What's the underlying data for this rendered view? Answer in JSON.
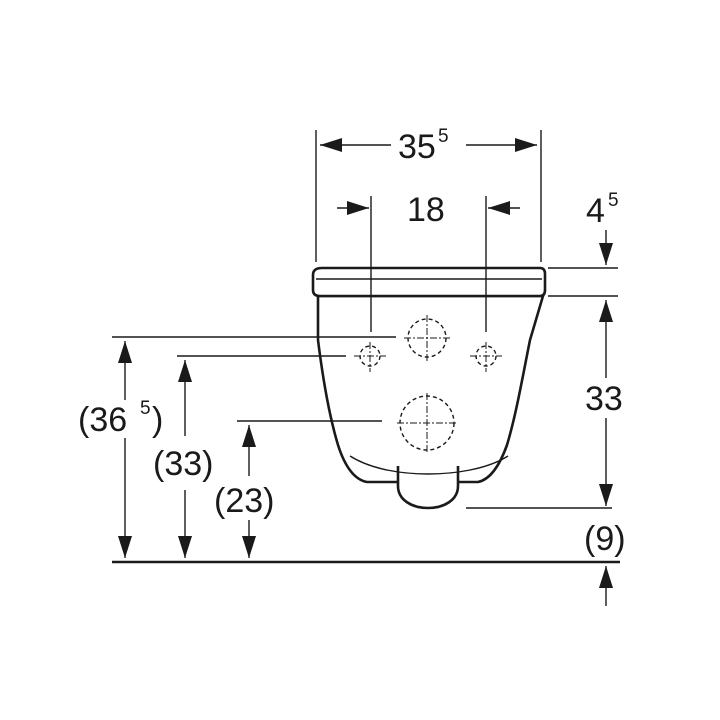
{
  "dimensions": {
    "width_total": {
      "value": "35",
      "sup": "5"
    },
    "hole_spacing": {
      "value": "18"
    },
    "seat_thickness": {
      "value": "4",
      "sup": "5"
    },
    "bowl_height": {
      "value": "33"
    },
    "spout_offset": {
      "value": "(9)"
    },
    "total_height": {
      "value": "(36 ",
      "sup": "5",
      "close": ")"
    },
    "upper_holes_height": {
      "value": "(33)"
    },
    "lower_hole_height": {
      "value": "(23)"
    }
  }
}
